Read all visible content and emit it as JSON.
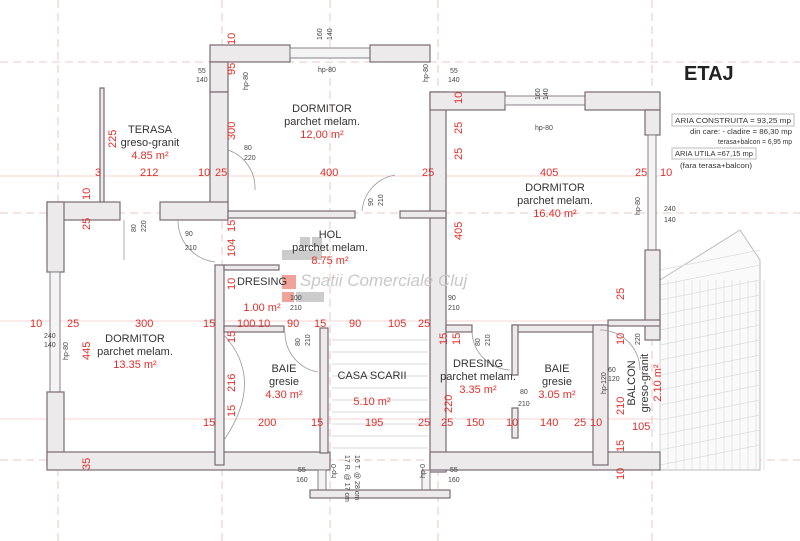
{
  "title": "ETAJ",
  "info": {
    "aria_construita": "ARIA CONSTRUITA =   93,25 mp",
    "din_care": "din care:  - cladire  =  86,30 mp",
    "terasa_balcon": "terasa+balcon  =   6,95 mp",
    "aria_utila": "ARIA UTILA =67,15 mp",
    "fara": "(fara terasa+balcon)"
  },
  "rooms": [
    {
      "name": "DORMITOR",
      "finish": "parchet melam.",
      "area": "12,00 m²"
    },
    {
      "name": "TERASA",
      "finish": "greso-granit",
      "area": "4.85 m²"
    },
    {
      "name": "DORMITOR",
      "finish": "parchet melam.",
      "area": "16.40 m²"
    },
    {
      "name": "HOL",
      "finish": "parchet melam.",
      "area": "8.75 m²"
    },
    {
      "name": "DRESING",
      "finish": "",
      "area": "1.00 m²"
    },
    {
      "name": "DORMITOR",
      "finish": "parchet melam.",
      "area": "13.35 m²"
    },
    {
      "name": "BAIE",
      "finish": "gresie",
      "area": "4.30 m²"
    },
    {
      "name": "CASA SCARII",
      "finish": "",
      "area": "5.10 m²"
    },
    {
      "name": "DRESING",
      "finish": "parchet melam.",
      "area": "3.35 m²"
    },
    {
      "name": "BAIE",
      "finish": "gresie",
      "area": "3.05 m²"
    },
    {
      "name": "BALCON",
      "finish": "greso-granit",
      "area": "2.10 m²"
    }
  ],
  "dims": [
    "10",
    "95",
    "300",
    "225",
    "3",
    "212",
    "10",
    "25",
    "400",
    "25",
    "405",
    "25",
    "10",
    "10",
    "25",
    "25",
    "405",
    "15",
    "104",
    "10",
    "25",
    "10",
    "25",
    "300",
    "15",
    "445",
    "100",
    "10",
    "90",
    "15",
    "90",
    "105",
    "25",
    "15",
    "15",
    "216",
    "15",
    "200",
    "15",
    "195",
    "25",
    "35",
    "220",
    "15",
    "25",
    "150",
    "10",
    "140",
    "25",
    "10",
    "105",
    "25",
    "10",
    "210",
    "15",
    "10",
    "10",
    "15"
  ],
  "small": [
    "160",
    "140",
    "hp-80",
    "55",
    "140",
    "hp-80",
    "55",
    "140",
    "hp-80",
    "160",
    "140",
    "hp-80",
    "80",
    "220",
    "80",
    "220",
    "90",
    "210",
    "90",
    "210",
    "90",
    "210",
    "240",
    "140",
    "hp-80",
    "100",
    "210",
    "80",
    "210",
    "17 R. @ 17 cm",
    "16 T. @ 28 cm",
    "55",
    "160",
    "hp-0",
    "hp-0",
    "55",
    "160",
    "80",
    "210",
    "80",
    "210",
    "hp-120",
    "60",
    "120",
    "220",
    "240",
    "140",
    "hp-80"
  ],
  "watermark": "Spatii Comerciale Cluj"
}
